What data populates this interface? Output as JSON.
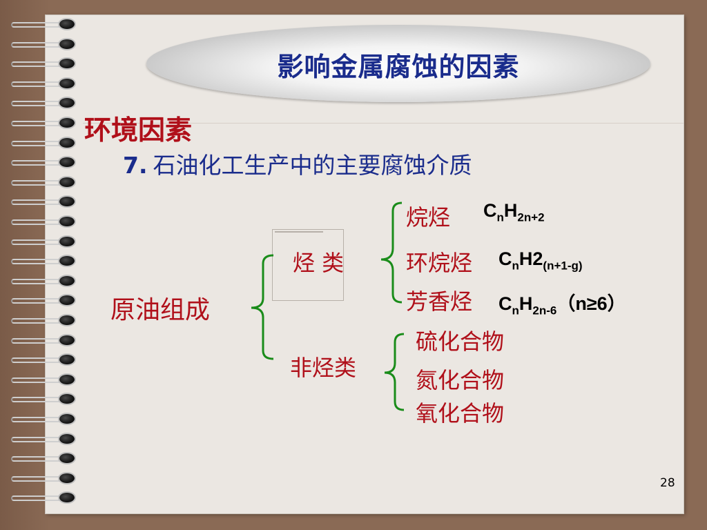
{
  "title": "影响金属腐蚀的因素",
  "section": "环境因素",
  "subtitle": {
    "number": "7.",
    "text": "石油化工生产中的主要腐蚀介质"
  },
  "tree": {
    "root": "原油组成",
    "hydrocarbons": {
      "label": "烃  类",
      "items": [
        {
          "name": "烷烃",
          "formula_c": "C",
          "formula_c_sub": "n",
          "formula_h": "H",
          "formula_h_sub": "2n+2",
          "formula_tail": ""
        },
        {
          "name": "环烷烃",
          "formula_c": "C",
          "formula_c_sub": "n",
          "formula_h": "H2",
          "formula_h_sub": "(n+1-g)",
          "formula_tail": ""
        },
        {
          "name": "芳香烃",
          "formula_c": "C",
          "formula_c_sub": "n",
          "formula_h": "H",
          "formula_h_sub": "2n-6",
          "formula_tail": "（n≥6）"
        }
      ]
    },
    "non_hydrocarbons": {
      "label": "非烃类",
      "items": [
        "硫化合物",
        "氮化合物",
        "氧化合物"
      ]
    }
  },
  "page_number": "28",
  "colors": {
    "title": "#1a2c8c",
    "accent": "#b0101a",
    "brace": "#1a8c1a"
  }
}
